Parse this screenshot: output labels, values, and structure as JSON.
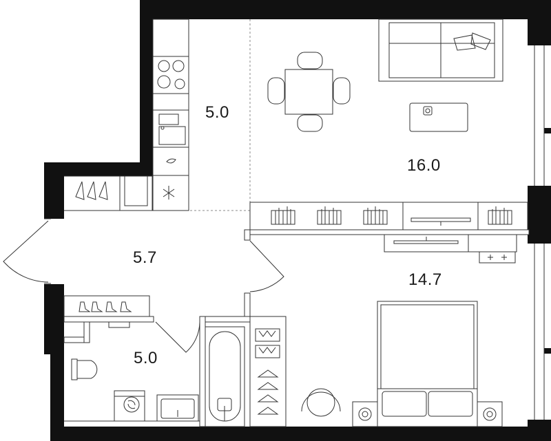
{
  "rooms": [
    {
      "id": "kitchen",
      "area": "5.0"
    },
    {
      "id": "living",
      "area": "16.0"
    },
    {
      "id": "hall",
      "area": "5.7"
    },
    {
      "id": "bedroom",
      "area": "14.7"
    },
    {
      "id": "bathroom",
      "area": "5.0"
    }
  ],
  "colors": {
    "wall": "#111111",
    "line": "#333333",
    "background": "#ffffff"
  }
}
